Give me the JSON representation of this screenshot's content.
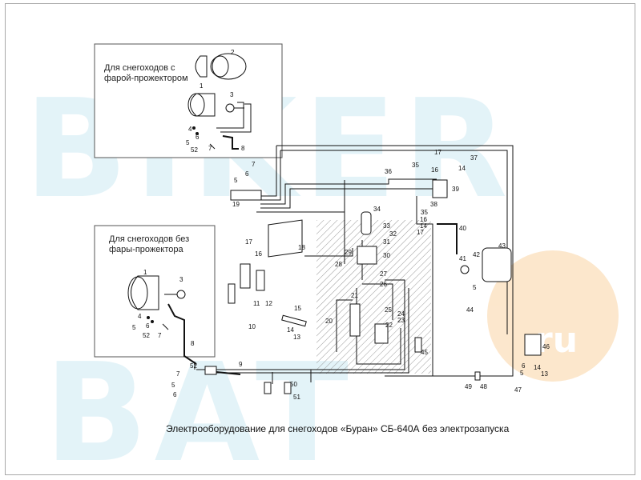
{
  "caption": "Электрооборудование для снегоходов «Буран» СБ-640А без электрозапуска",
  "inset_top": {
    "title_line1": "Для снегоходов с",
    "title_line2": "фарой-прожектором"
  },
  "inset_bottom": {
    "title_line1": "Для снегоходов без",
    "title_line2": "фары-прожектора"
  },
  "watermark": {
    "line1": "BIKER",
    "line2": "BAT",
    "badge": "ru"
  },
  "callouts": {
    "n1a": "1",
    "n2": "2",
    "n3a": "3",
    "n4a": "4",
    "n6a": "6",
    "n5a": "5",
    "n52a": "52",
    "n7a": "7",
    "n8a": "8",
    "n1b": "1",
    "n3b": "3",
    "n4b": "4",
    "n6b": "6",
    "n5b": "5",
    "n52b": "52",
    "n7b": "7",
    "n8b": "8",
    "n19": "19",
    "n5c": "5",
    "n6c": "6",
    "n7c": "7",
    "n17a": "17",
    "n16a": "16",
    "n18": "18",
    "n10": "10",
    "n11": "11",
    "n12": "12",
    "n15": "15",
    "n14a": "14",
    "n13a": "13",
    "n52c": "52",
    "n9": "9",
    "n7d": "7",
    "n5d": "5",
    "n6d": "6",
    "n50": "50",
    "n51": "51",
    "n36": "36",
    "n35a": "35",
    "n17b": "17",
    "n16b": "16",
    "n14b": "14",
    "n37": "37",
    "n39": "39",
    "n38": "38",
    "n35b": "35",
    "n16c": "16",
    "n14c": "14",
    "n17c": "17",
    "n34": "34",
    "n33": "33",
    "n32": "32",
    "n31": "31",
    "n30": "30",
    "n29": "29",
    "n28": "28",
    "n27": "27",
    "n26": "26",
    "n21": "21",
    "n25": "25",
    "n24": "24",
    "n23": "23",
    "n22": "22",
    "n20": "20",
    "n45": "45",
    "n40": "40",
    "n41": "41",
    "n42": "42",
    "n43": "43",
    "n5e": "5",
    "n44": "44",
    "n46": "46",
    "n6e": "6",
    "n5f": "5",
    "n14d": "14",
    "n13b": "13",
    "n47": "47",
    "n48": "48",
    "n49": "49"
  }
}
